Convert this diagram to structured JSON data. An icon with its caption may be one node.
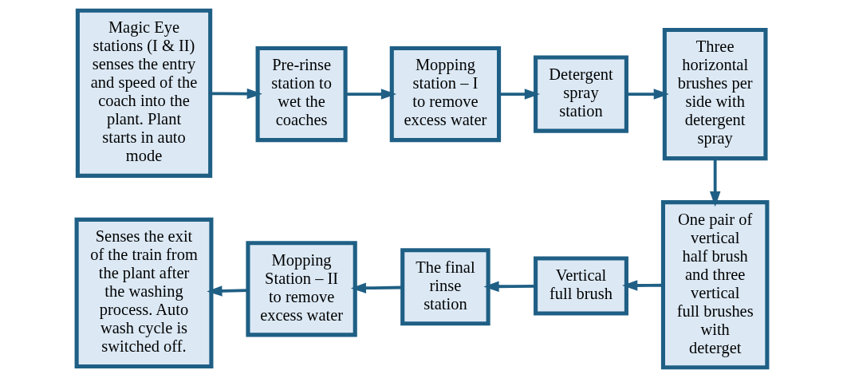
{
  "diagram": {
    "nodes": [
      {
        "text": [
          "Magic Eye stations (I & II) senses the entry and speed of the coach into the plant. Plant starts in auto mode"
        ]
      },
      {
        "text": [
          "Pre-rinse station to wet the coaches"
        ]
      },
      {
        "text": [
          "Mopping station – I to remove excess water"
        ]
      },
      {
        "text": [
          "Detergent spray station"
        ]
      },
      {
        "text": [
          "Three horizontal brushes per side with detergent spray"
        ]
      },
      {
        "text": [
          "One pair of vertical half brush and three vertical full brushes with deterget"
        ]
      },
      {
        "text": [
          "Vertical full brush"
        ]
      },
      {
        "text": [
          "The final rinse station"
        ]
      },
      {
        "text": [
          "Mopping Station – II to remove excess water"
        ]
      },
      {
        "text": [
          "Senses the exit of the train from the plant after the washing process. Auto wash cycle is switched off."
        ]
      }
    ],
    "edges": [
      {
        "from": 0,
        "to": 1,
        "arrow": "to"
      },
      {
        "from": 1,
        "to": 2,
        "arrow": "to"
      },
      {
        "from": 2,
        "to": 3,
        "arrow": "to"
      },
      {
        "from": 3,
        "to": 4,
        "arrow": "to"
      },
      {
        "from": 4,
        "to": 5,
        "arrow": "to"
      },
      {
        "from": 5,
        "to": 6,
        "arrow": "to"
      },
      {
        "from": 6,
        "to": 7,
        "arrow": "to"
      },
      {
        "from": 7,
        "to": 8,
        "arrow": "to"
      },
      {
        "from": 8,
        "to": 9,
        "arrow": "to"
      }
    ]
  }
}
